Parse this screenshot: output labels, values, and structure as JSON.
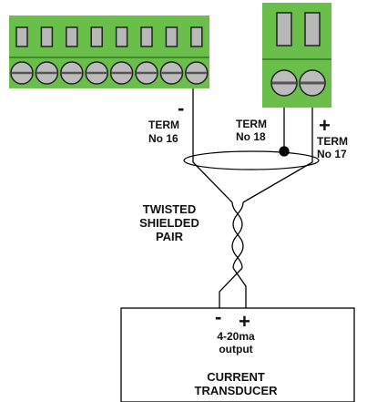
{
  "colors": {
    "block_green": "#6abf4b",
    "slot_gray": "#b8b8b8",
    "screw_gray": "#bcbcbc",
    "wire": "#000000"
  },
  "blocks": {
    "left": {
      "name": "8-position terminal block",
      "positions": 8,
      "visible_label": ""
    },
    "right": {
      "name": "2-position terminal block",
      "positions": 2,
      "visible_label": ""
    }
  },
  "labels": {
    "term16_sign": "-",
    "term16_line1": "TERM",
    "term16_line2": "No 16",
    "term18_line1": "TERM",
    "term18_line2": "No 18",
    "term17_sign": "+",
    "term17_line1": "TERM",
    "term17_line2": "No 17",
    "twisted_line1": "TWISTED",
    "twisted_line2": "SHIELDED",
    "twisted_line3": "PAIR",
    "trans_minus": "-",
    "trans_plus": "+",
    "output_line1": "4-20ma",
    "output_line2": "output",
    "box_line1": "CURRENT",
    "box_line2": "TRANSDUCER"
  }
}
